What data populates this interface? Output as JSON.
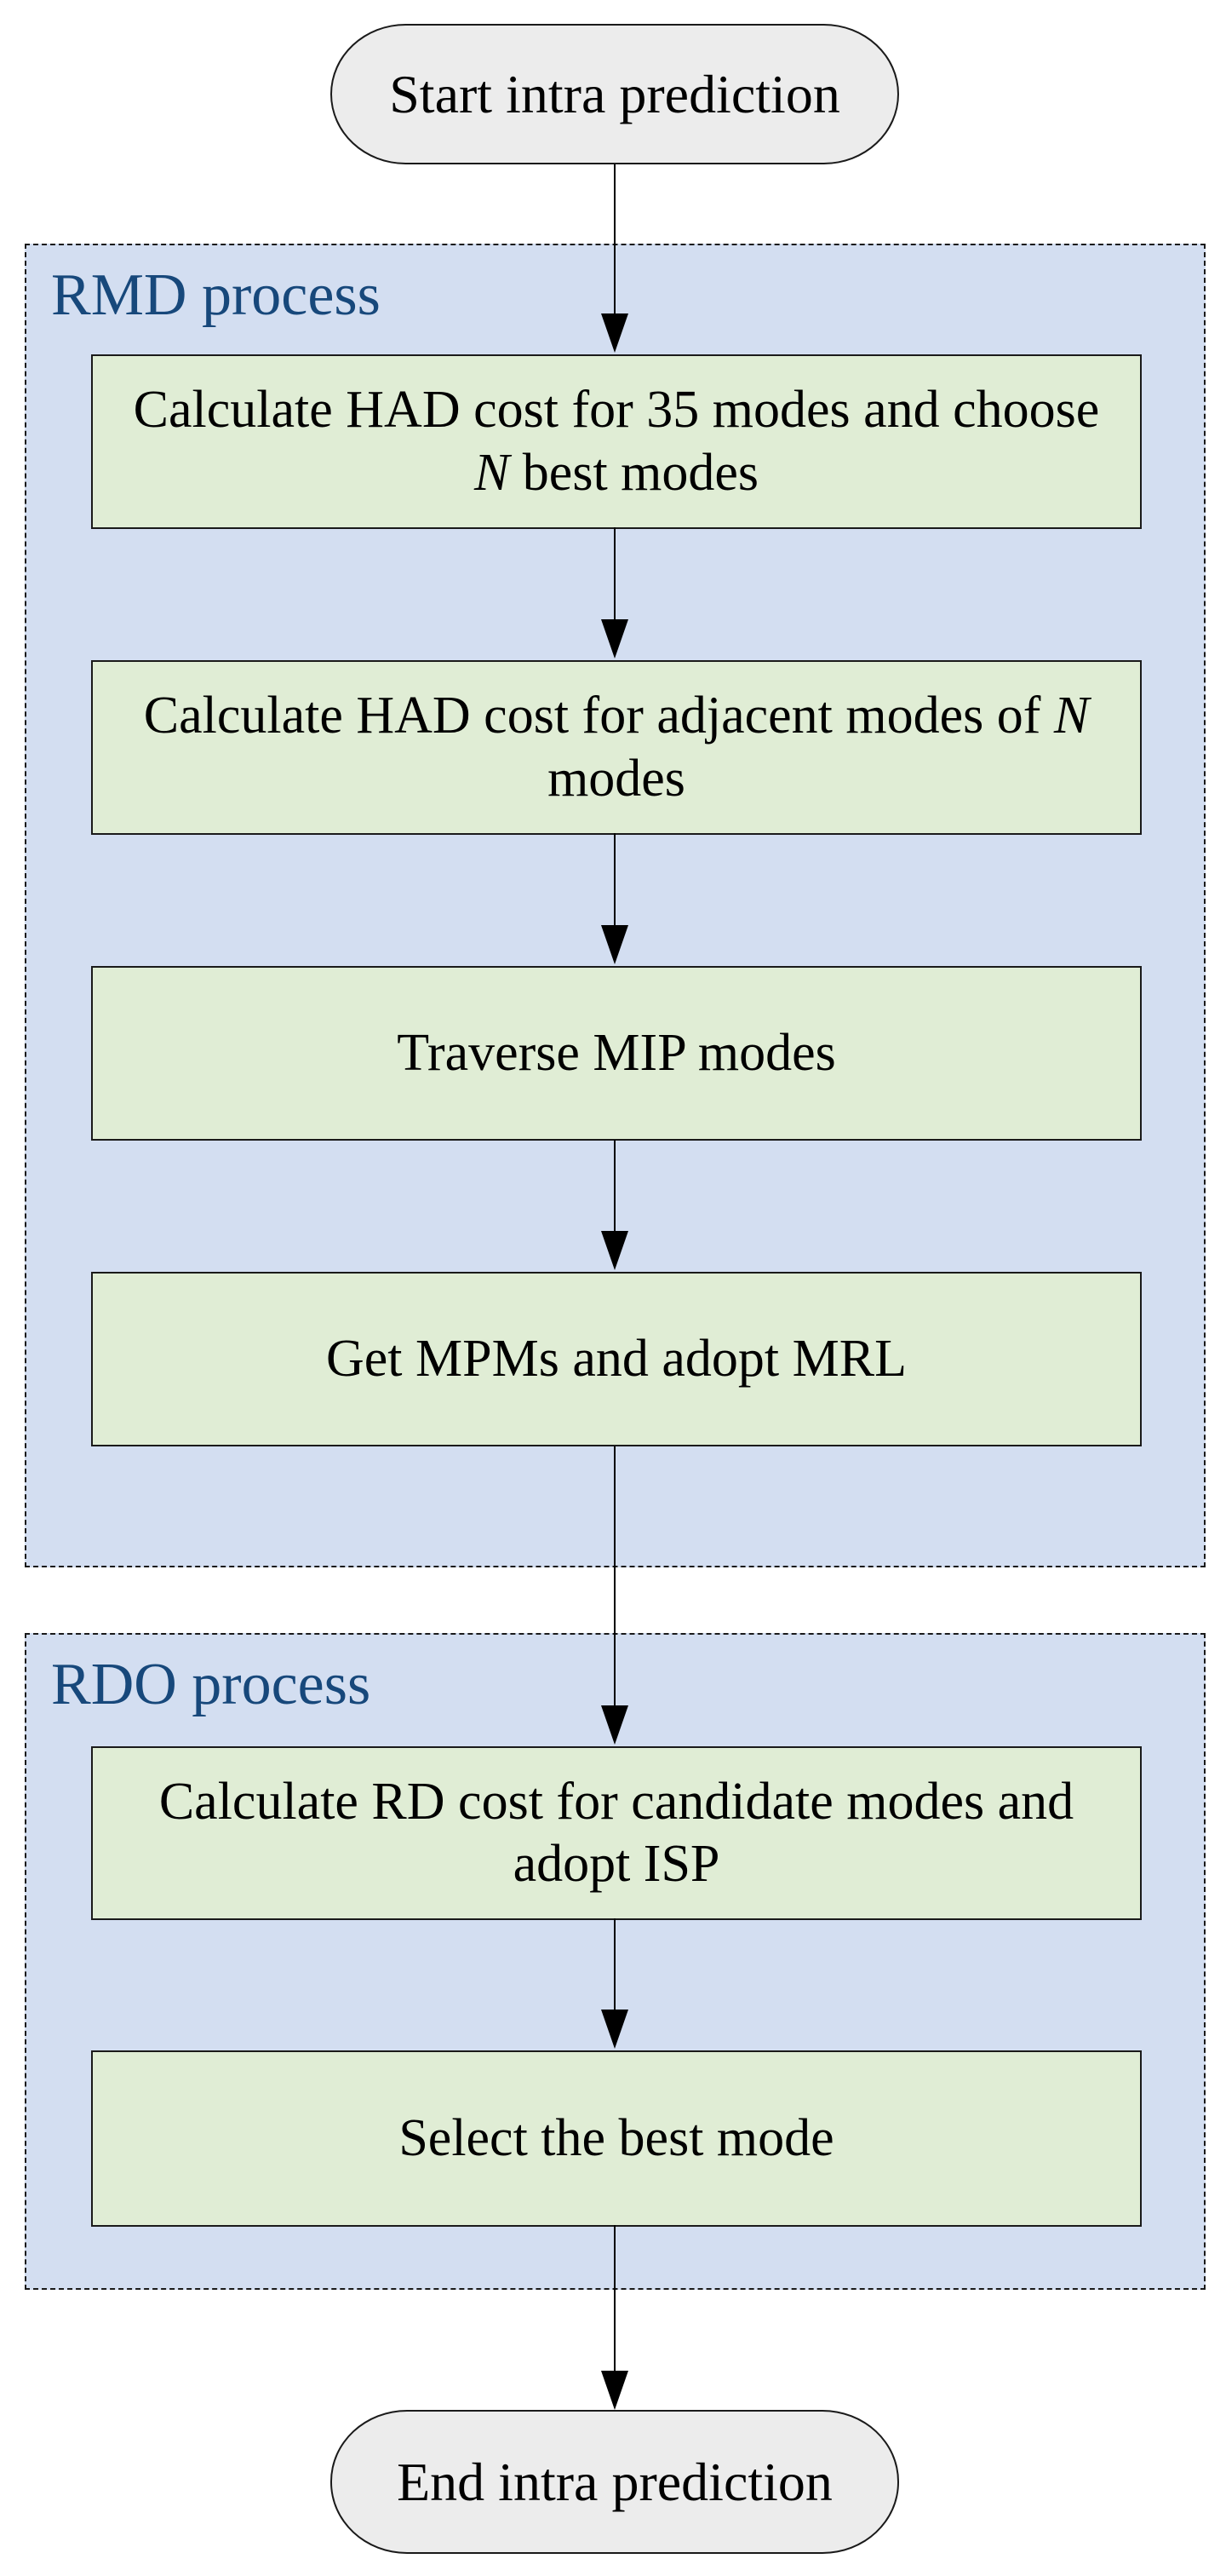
{
  "colors": {
    "container-fill": "#d3def1",
    "box-fill": "#e0edd5",
    "terminator-fill": "#ececec",
    "label-color": "#17487b",
    "line-color": "#000000"
  },
  "diagram": {
    "start_label": "Start intra prediction",
    "end_label": "End intra prediction",
    "groups": [
      {
        "label": "RMD process"
      },
      {
        "label": "RDO process"
      }
    ],
    "steps": {
      "step1": [
        {
          "t": "Calculate HAD cost for 35 modes and choose"
        },
        {
          "br": true
        },
        {
          "t": "N",
          "i": true
        },
        {
          "t": " best modes"
        }
      ],
      "step2": [
        {
          "t": "Calculate HAD cost for adjacent modes of "
        },
        {
          "t": "N",
          "i": true
        },
        {
          "br": true
        },
        {
          "t": "modes"
        }
      ],
      "step3": [
        {
          "t": "Traverse MIP modes"
        }
      ],
      "step4": [
        {
          "t": "Get MPMs and adopt MRL"
        }
      ],
      "step5": [
        {
          "t": "Calculate RD cost for candidate modes and"
        },
        {
          "br": true
        },
        {
          "t": "adopt ISP"
        }
      ],
      "step6": [
        {
          "t": "Select the best mode"
        }
      ]
    }
  }
}
